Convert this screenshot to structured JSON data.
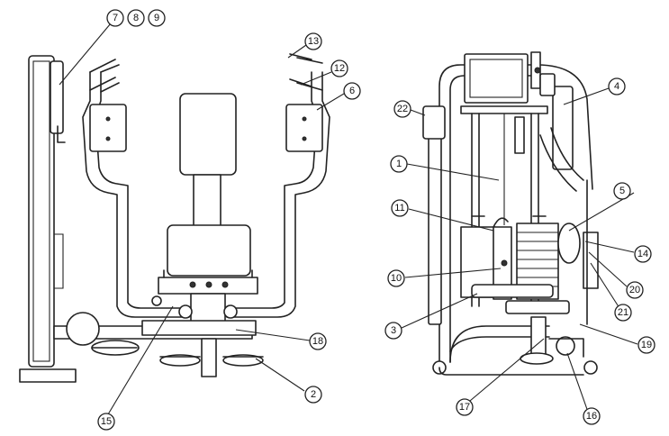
{
  "callouts": {
    "c7": "7",
    "c8": "8",
    "c9": "9",
    "c13": "13",
    "c12": "12",
    "c6": "6",
    "c18": "18",
    "c2": "2",
    "c15": "15",
    "c22": "22",
    "c4": "4",
    "c1": "1",
    "c11": "11",
    "c5": "5",
    "c14": "14",
    "c10": "10",
    "c20": "20",
    "c21": "21",
    "c3": "3",
    "c19": "19",
    "c17": "17",
    "c16": "16"
  },
  "colors": {
    "line": "#222222",
    "background": "#ffffff"
  }
}
